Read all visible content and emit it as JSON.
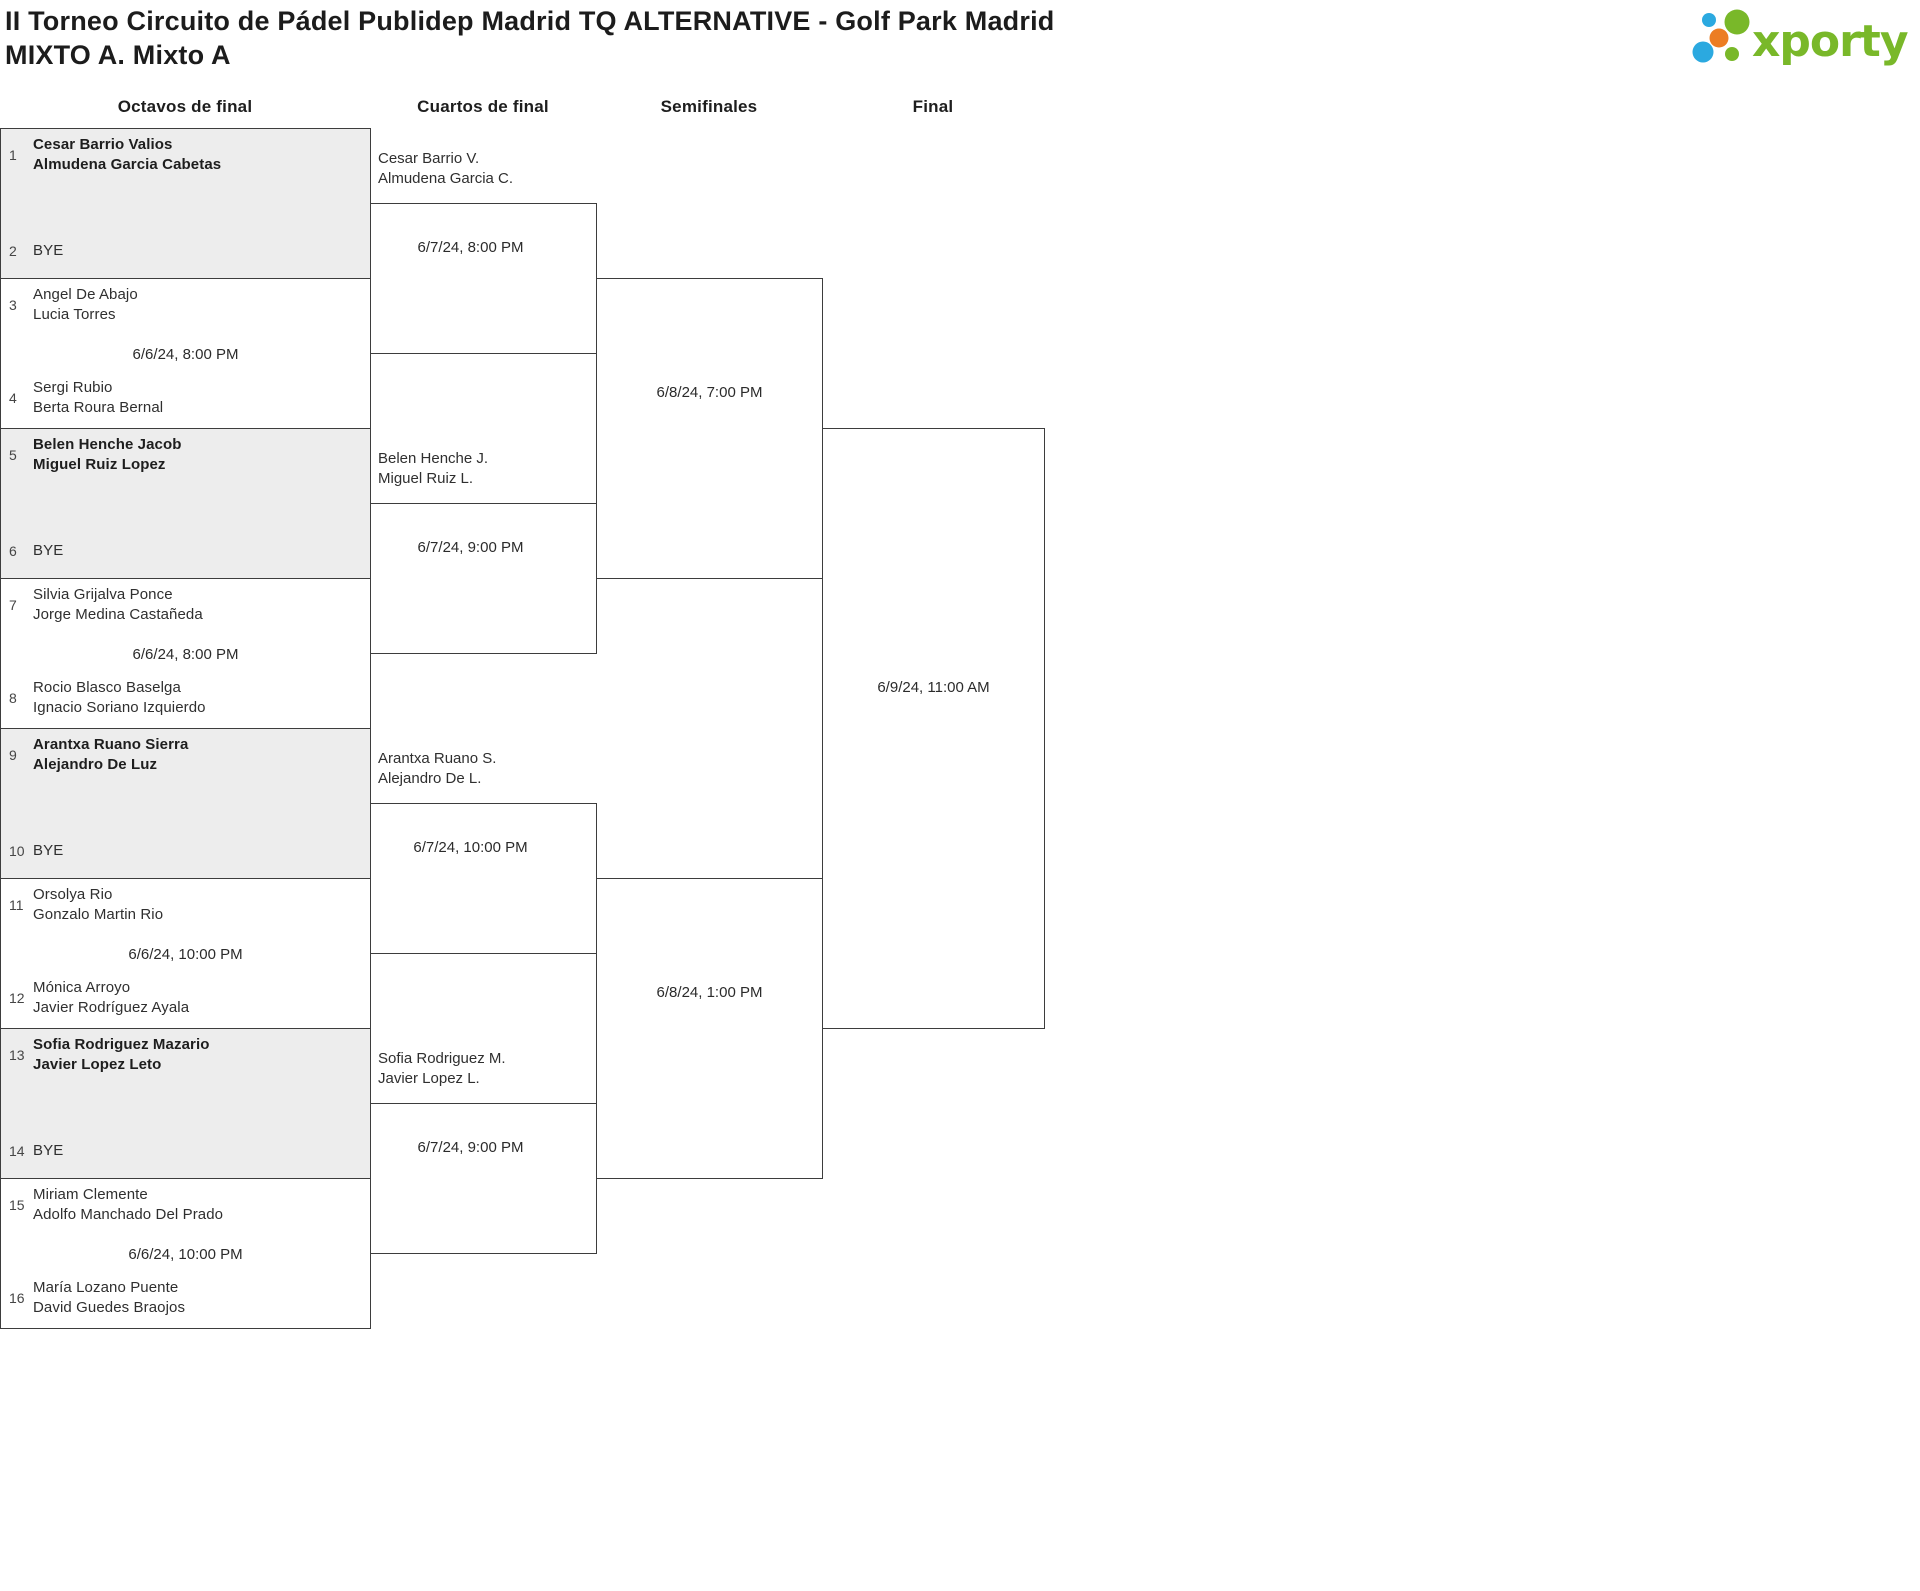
{
  "title": {
    "line1": "II Torneo Circuito de Pádel Publidep Madrid TQ ALTERNATIVE - Golf Park Madrid",
    "line2": "MIXTO A. Mixto A"
  },
  "logo": {
    "brand": "xporty"
  },
  "round_headers": [
    "Octavos de final",
    "Cuartos de final",
    "Semifinales",
    "Final"
  ],
  "octavos": [
    {
      "top_seed": "1",
      "top_p1": "Cesar Barrio Valios",
      "top_p2": "Almudena Garcia Cabetas",
      "bottom_seed": "2",
      "bottom_p1": "BYE",
      "bottom_p2": "",
      "time": ""
    },
    {
      "top_seed": "3",
      "top_p1": "Angel De Abajo",
      "top_p2": "Lucia Torres",
      "bottom_seed": "4",
      "bottom_p1": "Sergi Rubio",
      "bottom_p2": "Berta Roura Bernal",
      "time": "6/6/24, 8:00 PM"
    },
    {
      "top_seed": "5",
      "top_p1": "Belen Henche Jacob",
      "top_p2": "Miguel Ruiz Lopez",
      "bottom_seed": "6",
      "bottom_p1": "BYE",
      "bottom_p2": "",
      "time": ""
    },
    {
      "top_seed": "7",
      "top_p1": "Silvia Grijalva Ponce",
      "top_p2": "Jorge Medina Castañeda",
      "bottom_seed": "8",
      "bottom_p1": "Rocio Blasco Baselga",
      "bottom_p2": "Ignacio Soriano Izquierdo",
      "time": "6/6/24, 8:00 PM"
    },
    {
      "top_seed": "9",
      "top_p1": "Arantxa Ruano Sierra",
      "top_p2": "Alejandro De Luz",
      "bottom_seed": "10",
      "bottom_p1": "BYE",
      "bottom_p2": "",
      "time": ""
    },
    {
      "top_seed": "11",
      "top_p1": "Orsolya Rio",
      "top_p2": "Gonzalo Martin Rio",
      "bottom_seed": "12",
      "bottom_p1": "Mónica Arroyo",
      "bottom_p2": "Javier Rodríguez Ayala",
      "time": "6/6/24, 10:00 PM"
    },
    {
      "top_seed": "13",
      "top_p1": "Sofia Rodriguez Mazario",
      "top_p2": "Javier Lopez Leto",
      "bottom_seed": "14",
      "bottom_p1": "BYE",
      "bottom_p2": "",
      "time": ""
    },
    {
      "top_seed": "15",
      "top_p1": "Miriam Clemente",
      "top_p2": "Adolfo Manchado Del Prado",
      "bottom_seed": "16",
      "bottom_p1": "María Lozano Puente",
      "bottom_p2": "David Guedes Braojos",
      "time": "6/6/24, 10:00 PM"
    }
  ],
  "cuartos": [
    {
      "winner_p1": "Cesar Barrio V.",
      "winner_p2": "Almudena Garcia C.",
      "time": "6/7/24, 8:00 PM"
    },
    {
      "winner_p1": "Belen Henche J.",
      "winner_p2": "Miguel Ruiz L.",
      "time": "6/7/24, 9:00 PM"
    },
    {
      "winner_p1": "Arantxa Ruano S.",
      "winner_p2": "Alejandro De L.",
      "time": "6/7/24, 10:00 PM"
    },
    {
      "winner_p1": "Sofia Rodriguez M.",
      "winner_p2": "Javier Lopez L.",
      "time": "6/7/24, 9:00 PM"
    }
  ],
  "semifinales": [
    {
      "time": "6/8/24, 7:00 PM"
    },
    {
      "time": "6/8/24, 1:00 PM"
    }
  ],
  "final": {
    "time": "6/9/24, 11:00 AM"
  },
  "colors": {
    "logo_green": "#79b829",
    "logo_blue": "#2ba9e0",
    "logo_orange": "#ec7d23",
    "bye_box_fill": "#ededed",
    "line": "#3d3d3d"
  }
}
